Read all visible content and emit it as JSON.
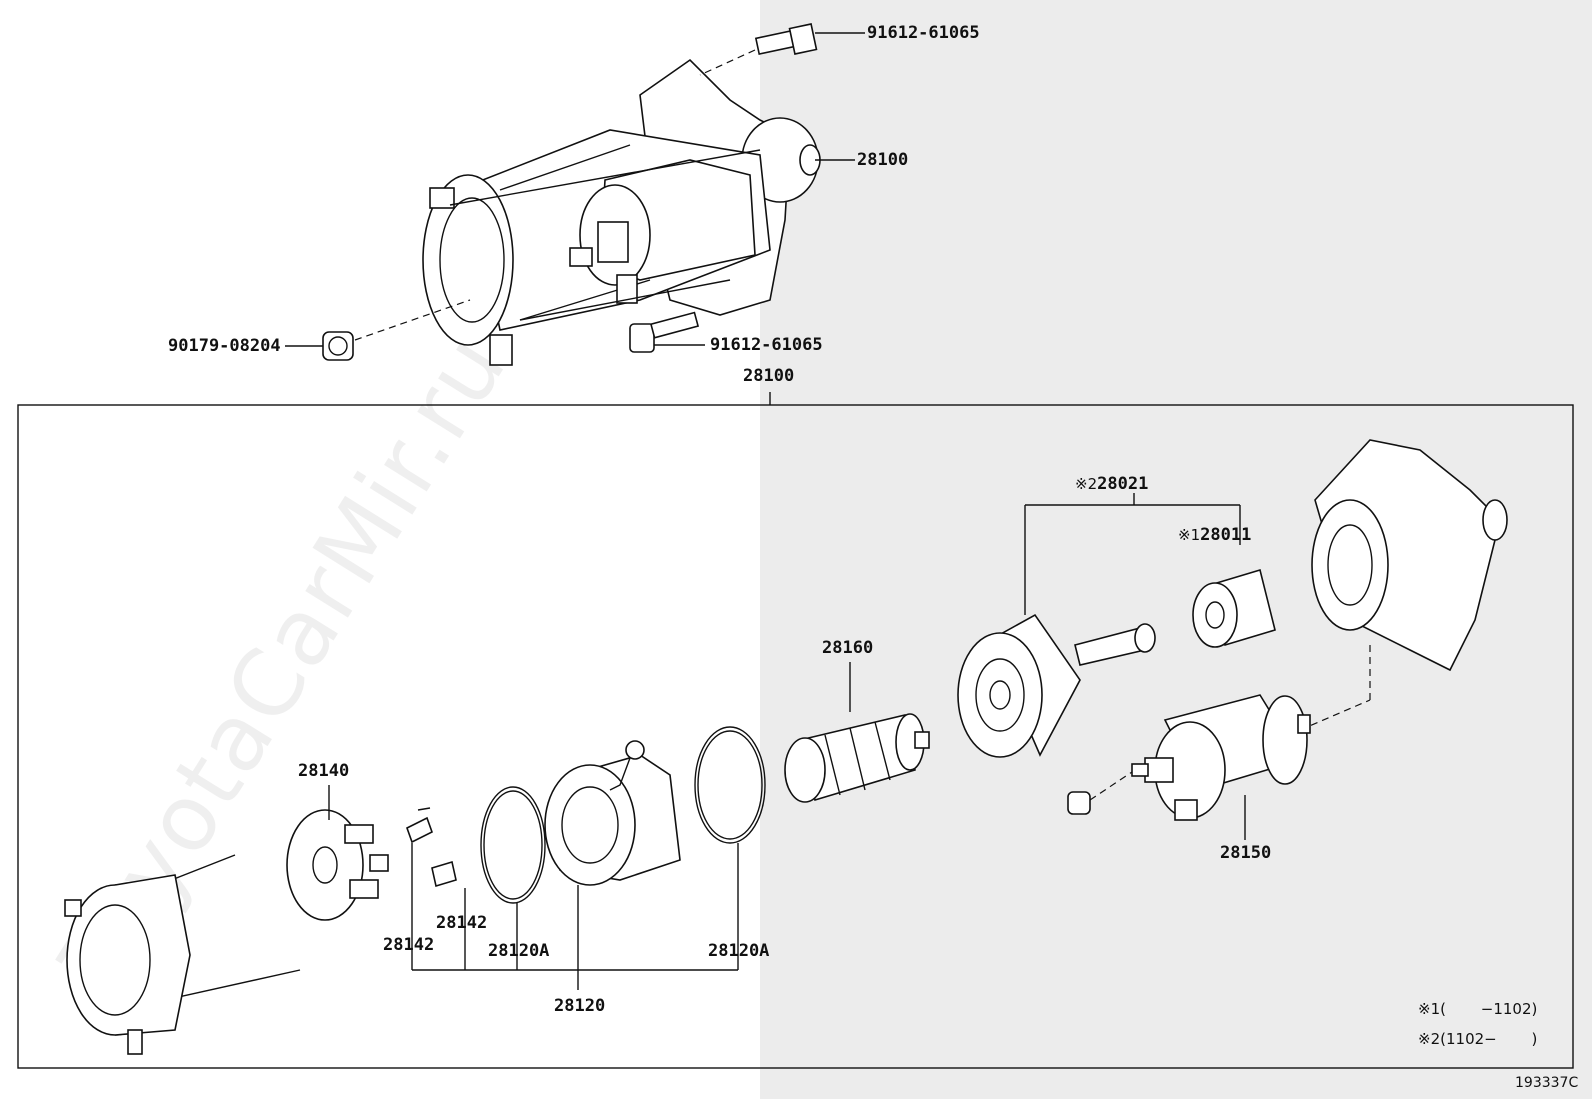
{
  "watermark": "ToyotaCarMir.ru",
  "diagram_id": "193337C",
  "labels": {
    "bolt_top": "91612-61065",
    "starter_top": "28100",
    "plug": "90179-08204",
    "bolt_bottom": "91612-61065",
    "assy_bracket": "28100",
    "armature": "28160",
    "brush_holder": "28140",
    "brush_a": "28142",
    "brush_b": "28142",
    "oring_a": "28120A",
    "oring_b": "28120A",
    "yoke": "28120",
    "solenoid": "28150",
    "clutch": "28011",
    "clutch_mark": "※1",
    "clutch_set": "28021",
    "clutch_set_mark": "※2"
  },
  "notes": [
    {
      "mark": "※1",
      "text": "(　　 −1102)"
    },
    {
      "mark": "※2",
      "text": "(1102−　　 )"
    }
  ]
}
